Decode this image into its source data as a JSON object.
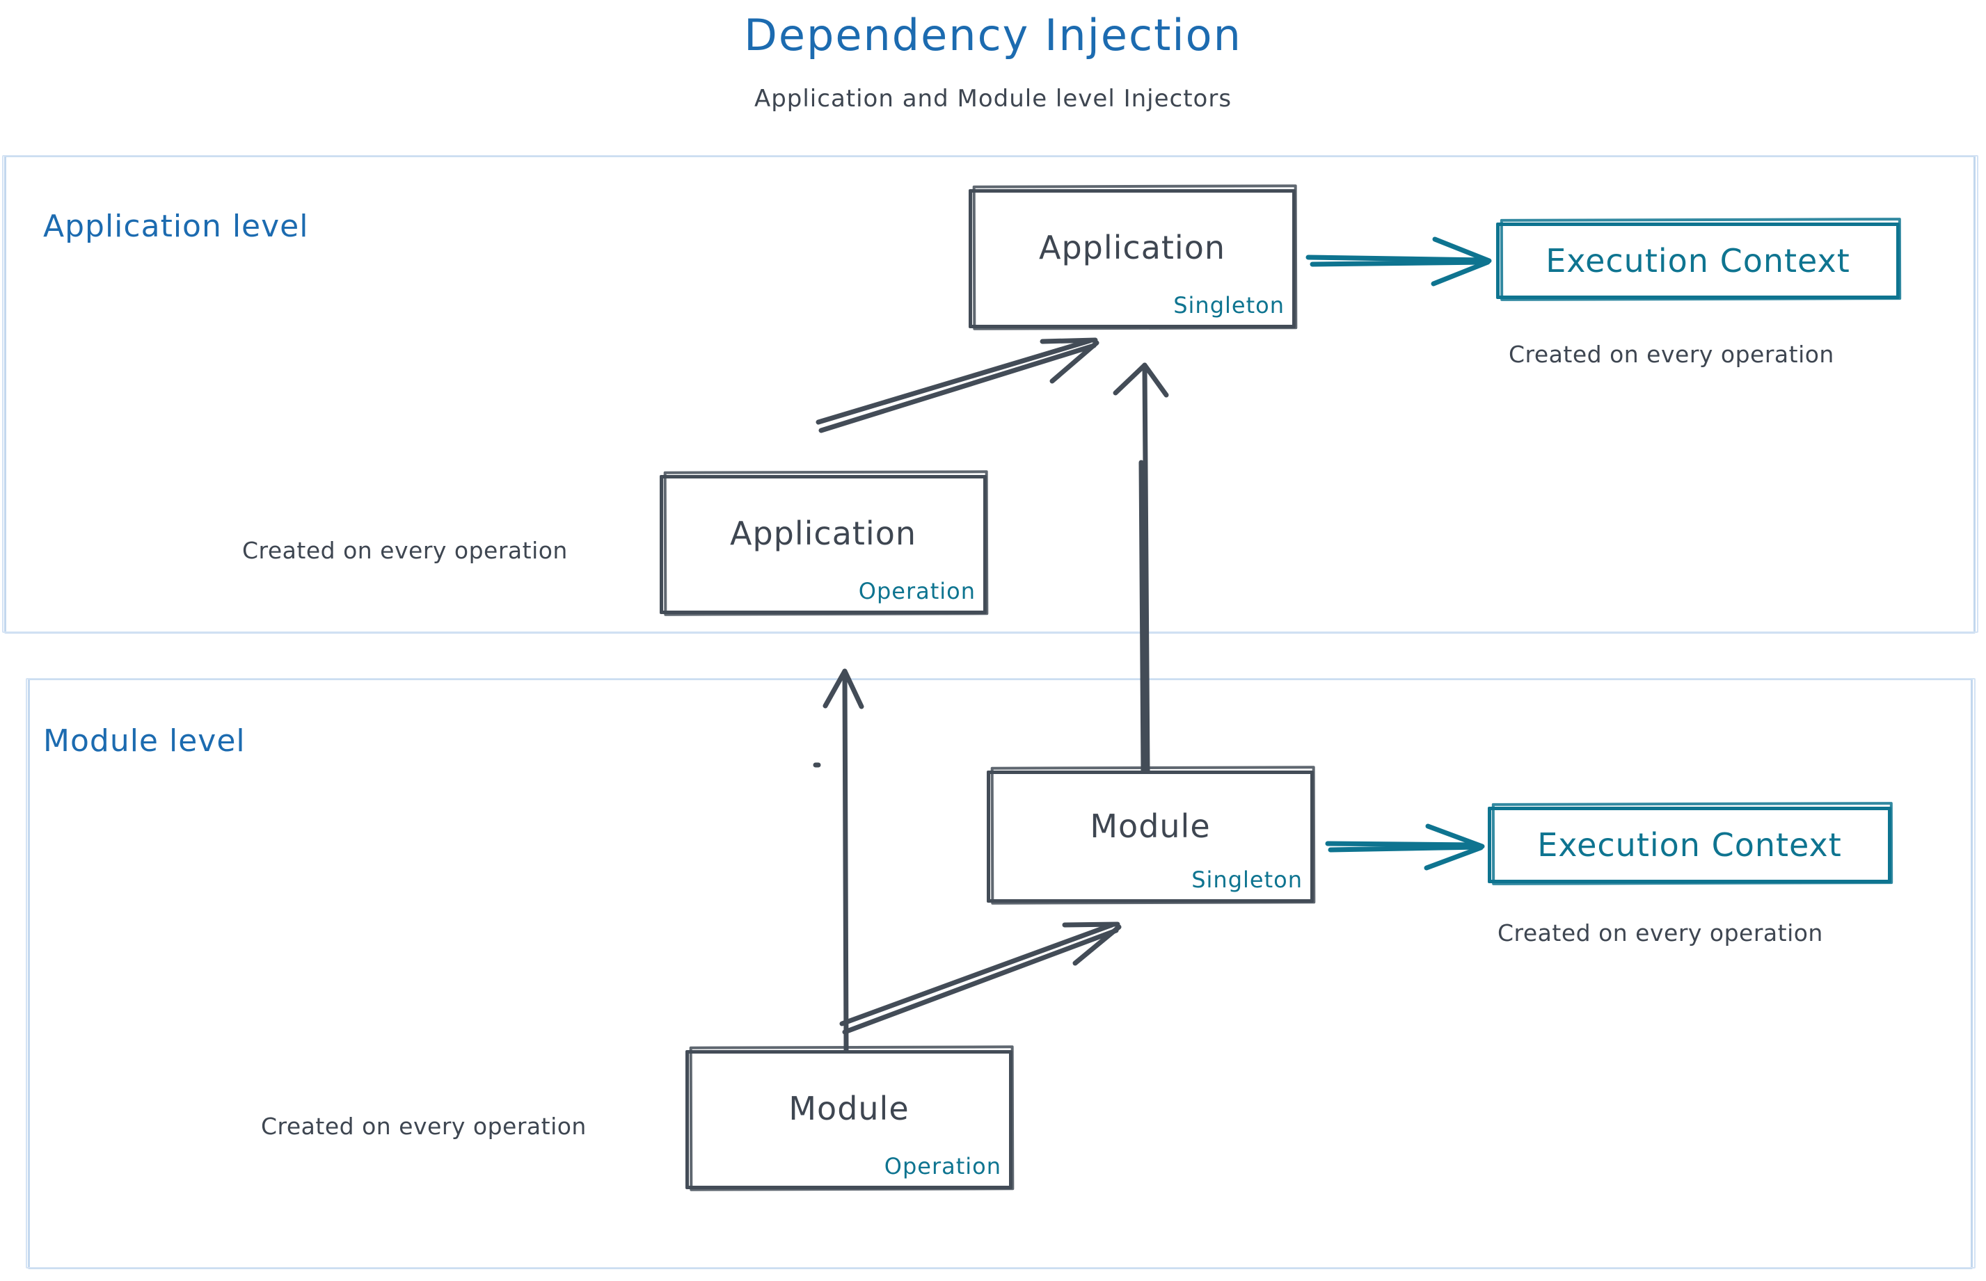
{
  "header": {
    "title": "Dependency Injection",
    "subtitle": "Application and Module level Injectors"
  },
  "colors": {
    "title_blue": "#1c6bb0",
    "panel_border": "#c3d8ee",
    "node_stroke": "#434c57",
    "accent_teal": "#0e7490",
    "text_gray": "#3e4651",
    "background": "#ffffff"
  },
  "panels": [
    {
      "id": "application-level",
      "label": "Application level"
    },
    {
      "id": "module-level",
      "label": "Module level"
    }
  ],
  "nodes": {
    "app_singleton": {
      "label": "Application",
      "scope": "Singleton"
    },
    "app_operation": {
      "label": "Application",
      "scope": "Operation"
    },
    "ec_application": {
      "label": "Execution Context"
    },
    "module_singleton": {
      "label": "Module",
      "scope": "Singleton"
    },
    "module_operation": {
      "label": "Module",
      "scope": "Operation"
    },
    "ec_module": {
      "label": "Execution Context"
    }
  },
  "captions": {
    "ec_application": "Created on every operation",
    "app_operation": "Created on every operation",
    "ec_module": "Created on every operation",
    "module_operation": "Created on every operation"
  },
  "edges": [
    {
      "id": "app-singleton-to-ec",
      "from": "app_singleton",
      "to": "ec_application",
      "style": "teal-arrow"
    },
    {
      "id": "app-operation-to-singleton",
      "from": "app_operation",
      "to": "app_singleton",
      "style": "sketch-arrow"
    },
    {
      "id": "module-singleton-to-app",
      "from": "module_singleton",
      "to": "app_singleton",
      "style": "sketch-arrow"
    },
    {
      "id": "module-operation-to-app-op",
      "from": "module_operation",
      "to": "app_operation",
      "style": "sketch-arrow"
    },
    {
      "id": "module-op-to-module-singleton",
      "from": "module_operation",
      "to": "module_singleton",
      "style": "sketch-arrow"
    },
    {
      "id": "module-singleton-to-ec",
      "from": "module_singleton",
      "to": "ec_module",
      "style": "teal-arrow"
    }
  ]
}
